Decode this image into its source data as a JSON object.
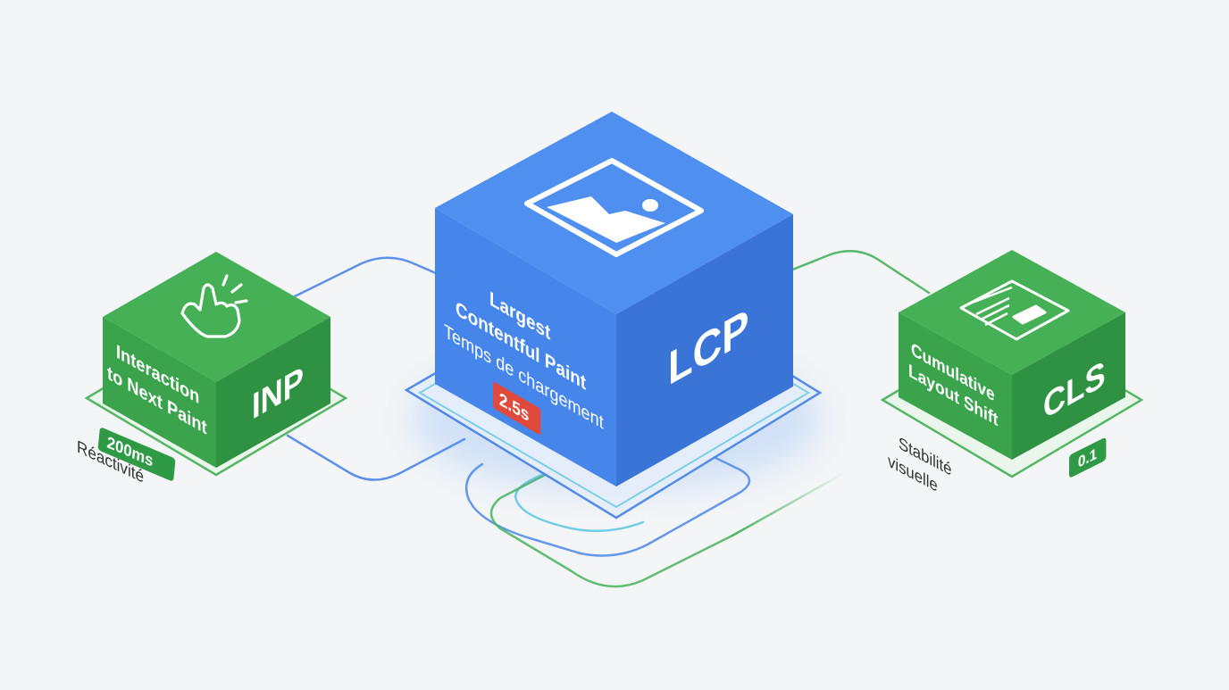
{
  "colors": {
    "background": "#f3f5f7",
    "lcp_blue_top": "#4f8ff0",
    "lcp_blue_left": "#4686ea",
    "lcp_blue_right": "#3a74d6",
    "green_top": "#45b055",
    "green_left": "#3aa34c",
    "green_right": "#2f9242",
    "badge_red": "#e04a3c",
    "badge_green": "#2f9a45",
    "line_blue": "#4c86e8",
    "line_green": "#46b35a",
    "line_cyan": "#4ec3e0"
  },
  "inp": {
    "title_line1": "Interaction",
    "title_line2": "to Next Paint",
    "abbr": "INP",
    "value": "200ms",
    "caption": "Réactivité",
    "icon": "pointing-hand-icon"
  },
  "lcp": {
    "title_line1": "Largest",
    "title_line2": "Contentful Paint",
    "subtitle": "Temps de chargement",
    "abbr": "LCP",
    "value": "2.5s",
    "icon": "image-icon"
  },
  "cls": {
    "title_line1": "Cumulative",
    "title_line2": "Layout Shift",
    "abbr": "CLS",
    "value": "0.1",
    "caption_line1": "Stabilité",
    "caption_line2": "visuelle",
    "icon": "browser-window-icon"
  }
}
